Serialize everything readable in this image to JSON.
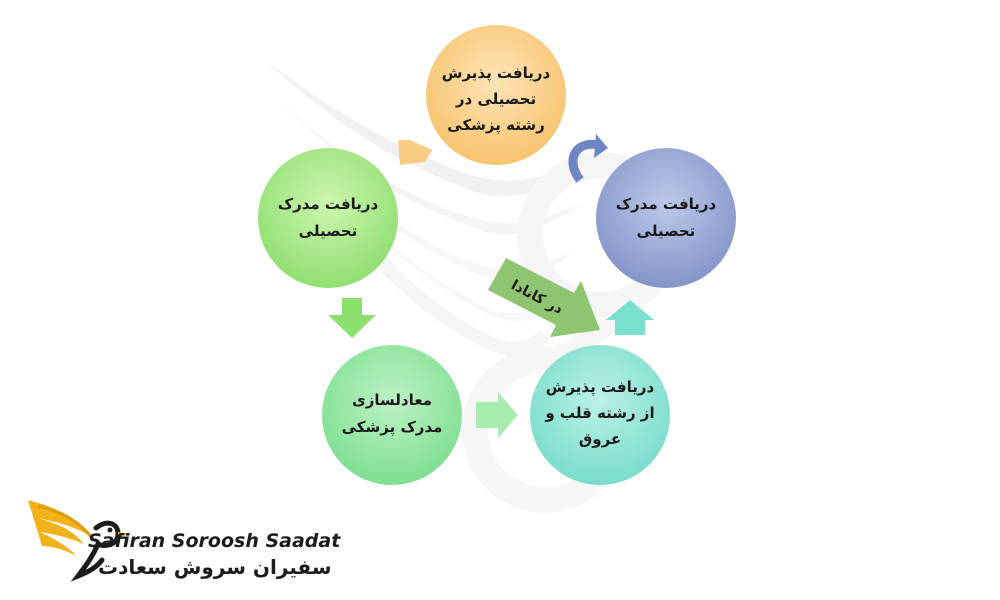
{
  "nodes": {
    "top": {
      "lines": [
        "دریافت پذیرش",
        "تحصیلی در",
        "رشته پزشکی"
      ],
      "color": "#f8c470"
    },
    "left": {
      "lines": [
        "دریافت مدرک",
        "تحصیلی"
      ],
      "color": "#90e070"
    },
    "right": {
      "lines": [
        "دریافت مدرک",
        "تحصیلی"
      ],
      "color": "#8090c8"
    },
    "bottom_left": {
      "lines": [
        "معادلسازی",
        "مدرک پزشکی"
      ],
      "color": "#80e090"
    },
    "bottom_right": {
      "lines": [
        "دریافت پذیرش",
        "از رشته قلب و",
        "عروق"
      ],
      "color": "#70dcc8"
    }
  },
  "arrow_label": "در کانادا",
  "brand": {
    "english": "Safiran Soroosh Saadat",
    "persian": "سفیران سروش سعادت"
  },
  "icons": [
    "wing-watermark-icon",
    "eagle-logo-icon"
  ]
}
